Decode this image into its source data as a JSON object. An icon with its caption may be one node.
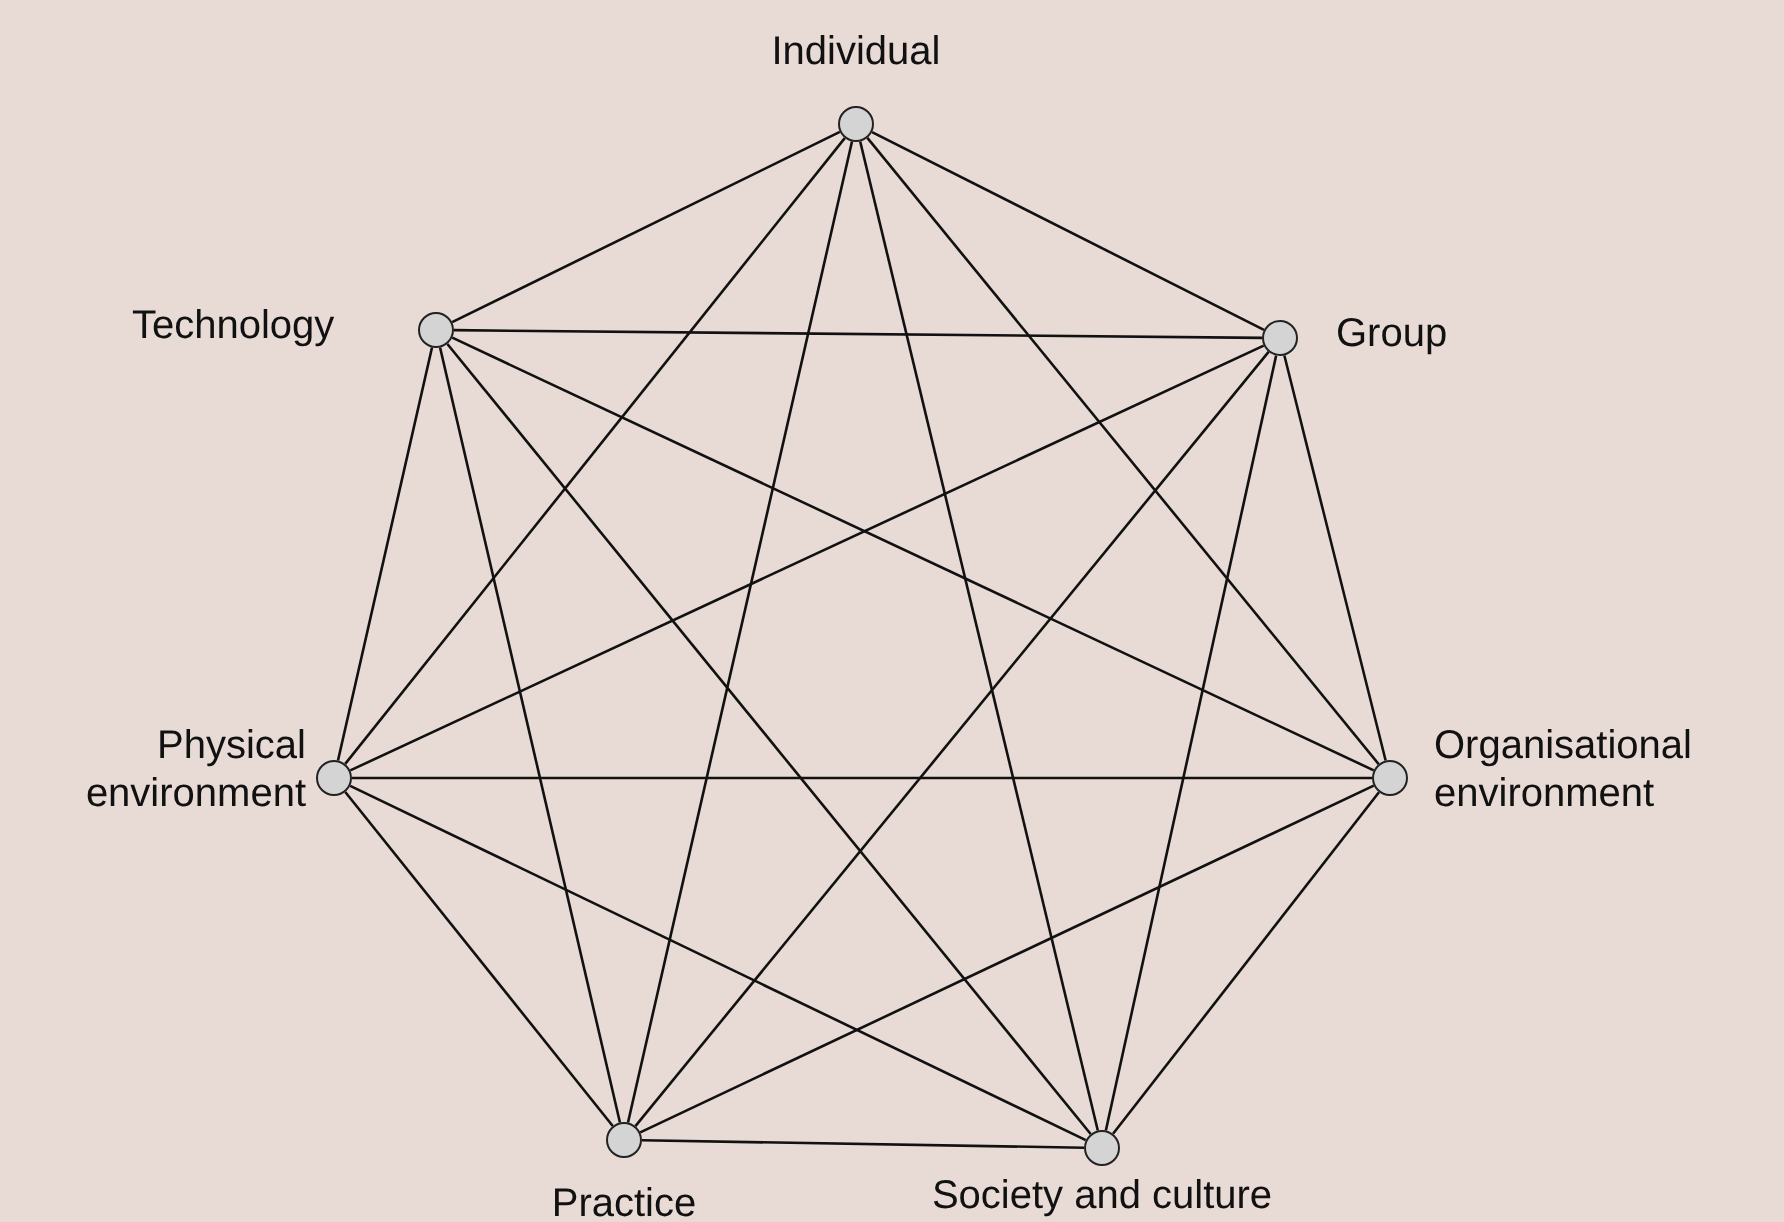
{
  "diagram": {
    "nodes": [
      {
        "text": [
          "Individual"
        ]
      },
      {
        "text": [
          "Group"
        ]
      },
      {
        "text": [
          "Organisational environment"
        ]
      },
      {
        "text": [
          "Society and culture"
        ]
      },
      {
        "text": [
          "Practice"
        ]
      },
      {
        "text": [
          "Physical environment"
        ]
      },
      {
        "text": [
          "Technology"
        ]
      }
    ],
    "edges": [
      {
        "from": 0,
        "to": 1,
        "arrow": "none"
      },
      {
        "from": 0,
        "to": 2,
        "arrow": "none"
      },
      {
        "from": 0,
        "to": 3,
        "arrow": "none"
      },
      {
        "from": 0,
        "to": 4,
        "arrow": "none"
      },
      {
        "from": 0,
        "to": 5,
        "arrow": "none"
      },
      {
        "from": 0,
        "to": 6,
        "arrow": "none"
      },
      {
        "from": 1,
        "to": 2,
        "arrow": "none"
      },
      {
        "from": 1,
        "to": 3,
        "arrow": "none"
      },
      {
        "from": 1,
        "to": 4,
        "arrow": "none"
      },
      {
        "from": 1,
        "to": 5,
        "arrow": "none"
      },
      {
        "from": 1,
        "to": 6,
        "arrow": "none"
      },
      {
        "from": 2,
        "to": 3,
        "arrow": "none"
      },
      {
        "from": 2,
        "to": 4,
        "arrow": "none"
      },
      {
        "from": 2,
        "to": 5,
        "arrow": "none"
      },
      {
        "from": 2,
        "to": 6,
        "arrow": "none"
      },
      {
        "from": 3,
        "to": 4,
        "arrow": "none"
      },
      {
        "from": 3,
        "to": 5,
        "arrow": "none"
      },
      {
        "from": 3,
        "to": 6,
        "arrow": "none"
      },
      {
        "from": 4,
        "to": 5,
        "arrow": "none"
      },
      {
        "from": 4,
        "to": 6,
        "arrow": "none"
      },
      {
        "from": 5,
        "to": 6,
        "arrow": "none"
      }
    ]
  }
}
